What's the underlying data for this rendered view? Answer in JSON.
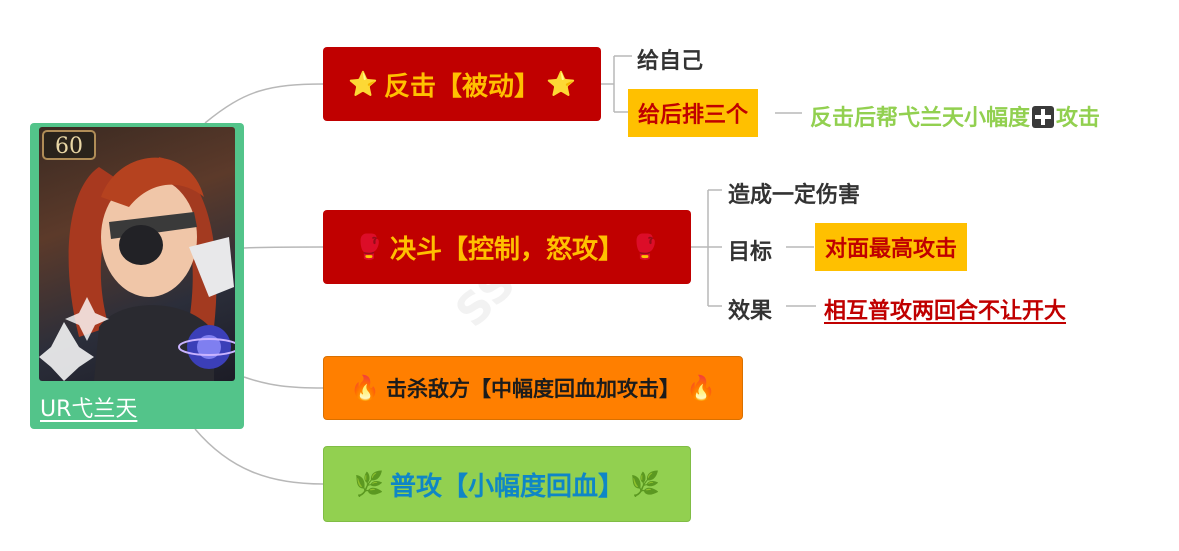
{
  "root": {
    "label": "UR弋兰天",
    "level": "60"
  },
  "branches": [
    {
      "text": "反击【被动】",
      "icon": "star-icon",
      "children": [
        {
          "text": "给自己"
        },
        {
          "text": "给后排三个",
          "detail_before": "反击后帮弋兰天小幅度",
          "detail_after": "攻击",
          "detail_icon": "plus-icon"
        }
      ]
    },
    {
      "text": "决斗【控制，怒攻】",
      "icon": "boxing-glove-icon",
      "children": [
        {
          "text": "造成一定伤害"
        },
        {
          "text": "目标",
          "value": "对面最高攻击"
        },
        {
          "text": "效果",
          "value": "相互普攻两回合不让开大"
        }
      ]
    },
    {
      "text": "击杀敌方【中幅度回血加攻击】",
      "icon": "fire-icon"
    },
    {
      "text": "普攻【小幅度回血】",
      "icon": "herb-icon"
    }
  ],
  "colors": {
    "root": "#53c48a",
    "red_node": "#c00000",
    "orange_node": "#ff7f00",
    "green_node": "#92d050",
    "highlight": "#ffc000"
  }
}
